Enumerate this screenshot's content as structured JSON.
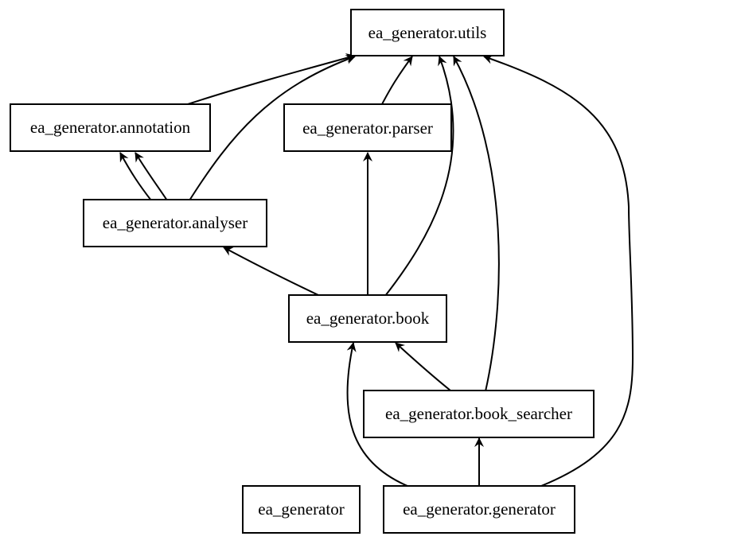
{
  "diagram": {
    "nodes": {
      "utils": {
        "label": "ea_generator.utils"
      },
      "annotation": {
        "label": "ea_generator.annotation"
      },
      "parser": {
        "label": "ea_generator.parser"
      },
      "analyser": {
        "label": "ea_generator.analyser"
      },
      "book": {
        "label": "ea_generator.book"
      },
      "book_searcher": {
        "label": "ea_generator.book_searcher"
      },
      "root": {
        "label": "ea_generator"
      },
      "generator": {
        "label": "ea_generator.generator"
      }
    },
    "edges": [
      {
        "from": "annotation",
        "to": "utils"
      },
      {
        "from": "analyser",
        "to": "utils"
      },
      {
        "from": "parser",
        "to": "utils"
      },
      {
        "from": "book",
        "to": "utils"
      },
      {
        "from": "book_searcher",
        "to": "utils"
      },
      {
        "from": "generator",
        "to": "utils"
      },
      {
        "from": "analyser",
        "to": "annotation"
      },
      {
        "from": "analyser",
        "to": "annotation"
      },
      {
        "from": "book",
        "to": "analyser"
      },
      {
        "from": "book",
        "to": "parser"
      },
      {
        "from": "book_searcher",
        "to": "book"
      },
      {
        "from": "generator",
        "to": "book"
      },
      {
        "from": "generator",
        "to": "book_searcher"
      }
    ]
  }
}
